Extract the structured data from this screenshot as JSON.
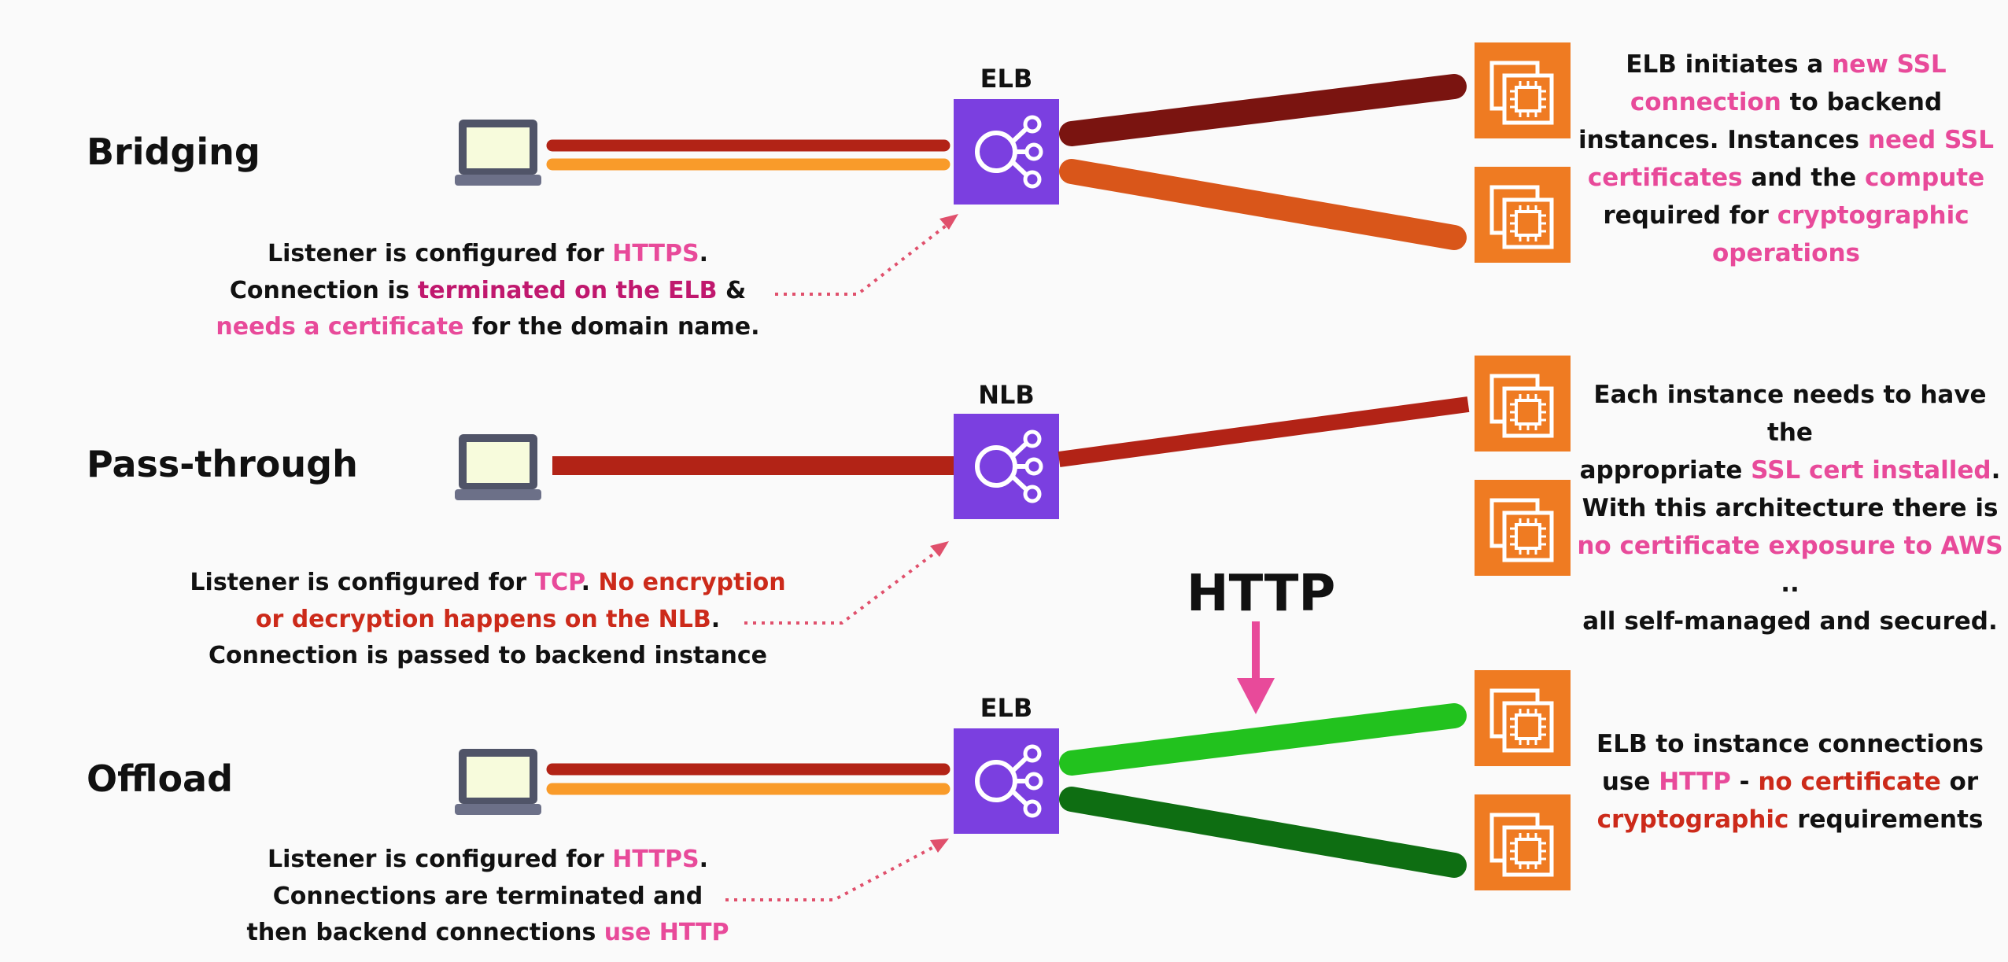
{
  "colors": {
    "pink": "#e84a9a",
    "magenta": "#c0186e",
    "red": "#cc2a1a",
    "elb_purple": "#7b3fe0",
    "ec2_orange": "#ef7b22",
    "line_dark_red": "#b22316",
    "line_orange": "#f99b2a",
    "line_maroon": "#7a1410",
    "line_burnt": "#d9561a",
    "line_green": "#22c21e",
    "line_dark_green": "#0e6e12"
  },
  "sections": {
    "bridging": {
      "title": "Bridging",
      "lb_label": "ELB",
      "caption": {
        "l1a": "Listener is configured for ",
        "l1b": "HTTPS",
        "l1c": ".",
        "l2a": "Connection is ",
        "l2b": "terminated on the ELB",
        "l2c": " &",
        "l3a": "needs a certificate",
        "l3b": " for the domain name."
      },
      "note": {
        "l1a": "ELB initiates a ",
        "l1b": "new SSL",
        "l2a": "connection",
        "l2b": " to backend",
        "l3a": "instances. Instances ",
        "l3b": "need SSL",
        "l4a": "certificates",
        "l4b": " and the ",
        "l4c": "compute",
        "l5a": "required for ",
        "l5b": "cryptographic",
        "l6a": "operations"
      }
    },
    "passthrough": {
      "title": "Pass-through",
      "lb_label": "NLB",
      "caption": {
        "l1a": "Listener is configured for ",
        "l1b": "TCP",
        "l1c": ". ",
        "l1d": "No encryption",
        "l2a": "or decryption happens on the NLB",
        "l2b": ".",
        "l3": "Connection is passed to backend instance"
      },
      "note": {
        "l1": "Each instance needs to have the",
        "l2a": "appropriate ",
        "l2b": "SSL cert installed",
        "l2c": ".",
        "l3": "With this architecture there is",
        "l4a": "no certificate exposure to AWS",
        "l4b": " ..",
        "l5": "all self-managed and secured."
      }
    },
    "offload": {
      "title": "Offload",
      "lb_label": "ELB",
      "http_label": "HTTP",
      "caption": {
        "l1a": "Listener is configured for ",
        "l1b": "HTTPS",
        "l1c": ".",
        "l2": "Connections are terminated and",
        "l3a": "then backend connections ",
        "l3b": "use HTTP"
      },
      "note": {
        "l1": "ELB to instance connections",
        "l2a": "use ",
        "l2b": "HTTP",
        "l2c": " - ",
        "l2d": "no certificate",
        "l2e": " or",
        "l3a": "cryptographic",
        "l3b": " requirements"
      }
    }
  }
}
